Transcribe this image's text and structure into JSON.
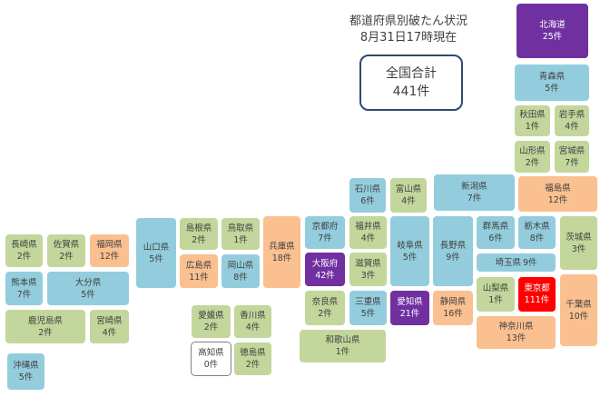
{
  "title": "都道府県別破たん状況",
  "subtitle": "8月31日17時現在",
  "total": {
    "label": "全国合計",
    "value": "441件"
  },
  "colors": {
    "0": "#ffffff",
    "1-9": "#c3d69b",
    "10-19": "#fac090",
    "20-99": "#7030a0",
    "100+": "#ff0000",
    "blue": "#93cddd"
  },
  "prefs": {
    "hokkaido": {
      "name": "北海道",
      "count": "25件"
    },
    "aomori": {
      "name": "青森県",
      "count": "5件"
    },
    "akita": {
      "name": "秋田県",
      "count": "1件"
    },
    "iwate": {
      "name": "岩手県",
      "count": "4件"
    },
    "yamagata": {
      "name": "山形県",
      "count": "2件"
    },
    "miyagi": {
      "name": "宮城県",
      "count": "7件"
    },
    "ishikawa": {
      "name": "石川県",
      "count": "6件"
    },
    "toyama": {
      "name": "富山県",
      "count": "4件"
    },
    "niigata": {
      "name": "新潟県",
      "count": "7件"
    },
    "fukushima": {
      "name": "福島県",
      "count": "12件"
    },
    "nagasaki": {
      "name": "長崎県",
      "count": "2件"
    },
    "saga": {
      "name": "佐賀県",
      "count": "2件"
    },
    "fukuoka": {
      "name": "福岡県",
      "count": "12件"
    },
    "yamaguchi": {
      "name": "山口県",
      "count": "5件"
    },
    "shimane": {
      "name": "島根県",
      "count": "2件"
    },
    "tottori": {
      "name": "鳥取県",
      "count": "1件"
    },
    "hyogo": {
      "name": "兵庫県",
      "count": "18件"
    },
    "kyoto": {
      "name": "京都府",
      "count": "7件"
    },
    "fukui": {
      "name": "福井県",
      "count": "4件"
    },
    "gifu": {
      "name": "岐阜県",
      "count": "5件"
    },
    "nagano": {
      "name": "長野県",
      "count": "9件"
    },
    "gunma": {
      "name": "群馬県",
      "count": "6件"
    },
    "tochigi": {
      "name": "栃木県",
      "count": "8件"
    },
    "ibaraki": {
      "name": "茨城県",
      "count": "3件"
    },
    "kumamoto": {
      "name": "熊本県",
      "count": "7件"
    },
    "oita": {
      "name": "大分県",
      "count": "5件"
    },
    "hiroshima": {
      "name": "広島県",
      "count": "11件"
    },
    "okayama": {
      "name": "岡山県",
      "count": "8件"
    },
    "osaka": {
      "name": "大阪府",
      "count": "42件"
    },
    "shiga": {
      "name": "滋賀県",
      "count": "3件"
    },
    "saitama": {
      "name": "埼玉県",
      "count": "9件"
    },
    "kagoshima": {
      "name": "鹿児島県",
      "count": "2件"
    },
    "miyazaki": {
      "name": "宮崎県",
      "count": "4件"
    },
    "ehime": {
      "name": "愛媛県",
      "count": "2件"
    },
    "kagawa": {
      "name": "香川県",
      "count": "4件"
    },
    "nara": {
      "name": "奈良県",
      "count": "2件"
    },
    "mie": {
      "name": "三重県",
      "count": "5件"
    },
    "aichi": {
      "name": "愛知県",
      "count": "21件"
    },
    "shizuoka": {
      "name": "静岡県",
      "count": "16件"
    },
    "yamanashi": {
      "name": "山梨県",
      "count": "1件"
    },
    "tokyo": {
      "name": "東京都",
      "count": "111件"
    },
    "chiba": {
      "name": "千葉県",
      "count": "10件"
    },
    "kochi": {
      "name": "高知県",
      "count": "0件"
    },
    "tokushima": {
      "name": "徳島県",
      "count": "2件"
    },
    "wakayama": {
      "name": "和歌山県",
      "count": "1件"
    },
    "kanagawa": {
      "name": "神奈川県",
      "count": "13件"
    },
    "okinawa": {
      "name": "沖縄県",
      "count": "5件"
    }
  }
}
